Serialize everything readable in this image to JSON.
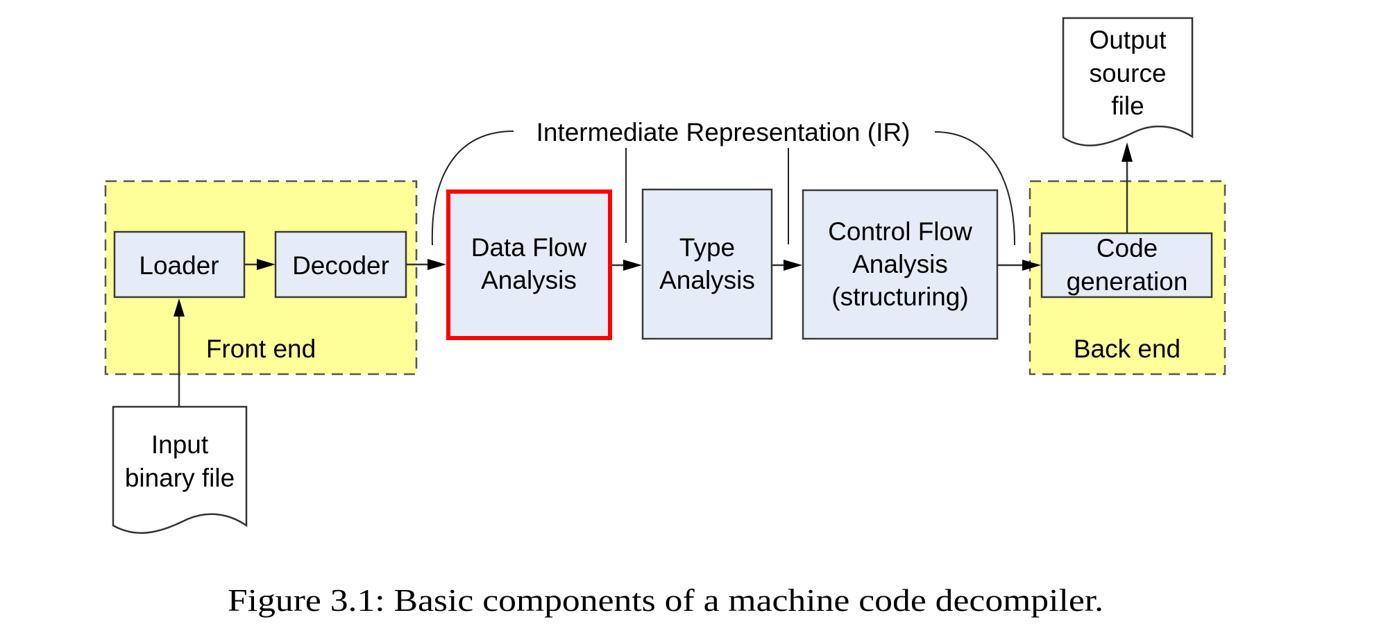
{
  "diagram": {
    "ir_label": "Intermediate Representation (IR)",
    "groups": {
      "front_end": {
        "label": "Front end"
      },
      "back_end": {
        "label": "Back end"
      }
    },
    "nodes": {
      "loader": {
        "lines": [
          "Loader"
        ]
      },
      "decoder": {
        "lines": [
          "Decoder"
        ]
      },
      "data_flow": {
        "lines": [
          "Data Flow",
          "Analysis"
        ],
        "highlighted": true
      },
      "type_analysis": {
        "lines": [
          "Type",
          "Analysis"
        ]
      },
      "control_flow": {
        "lines": [
          "Control Flow",
          "Analysis",
          "(structuring)"
        ]
      },
      "code_gen": {
        "lines": [
          "Code",
          "generation"
        ]
      }
    },
    "documents": {
      "input": {
        "lines": [
          "Input",
          "binary file"
        ]
      },
      "output": {
        "lines": [
          "Output",
          "source",
          "file"
        ]
      }
    },
    "edges": [
      {
        "from": "input",
        "to": "loader"
      },
      {
        "from": "loader",
        "to": "decoder"
      },
      {
        "from": "decoder",
        "to": "data_flow"
      },
      {
        "from": "data_flow",
        "to": "type_analysis"
      },
      {
        "from": "type_analysis",
        "to": "control_flow"
      },
      {
        "from": "control_flow",
        "to": "code_gen"
      },
      {
        "from": "code_gen",
        "to": "output"
      }
    ],
    "colors": {
      "group_fill": "#ffff99",
      "box_fill": "#e6ecf7",
      "highlight": "#ff0000"
    }
  },
  "caption": "Figure 3.1: Basic components of a machine code decompiler."
}
